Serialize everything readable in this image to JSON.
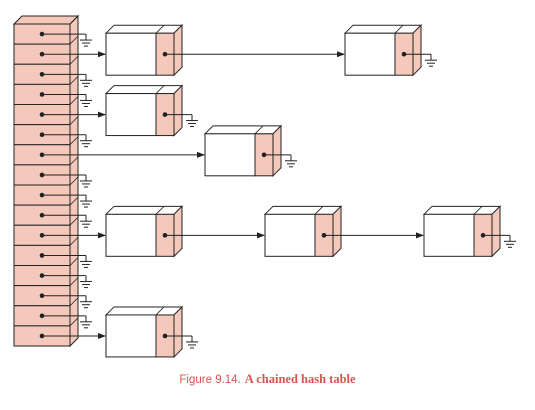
{
  "caption": {
    "number": "Figure 9.14.",
    "title": "A chained hash table"
  },
  "colors": {
    "slot_fill": "#f4c8bb",
    "node_fill": "#ffffff",
    "pointer_fill": "#f4c8bb",
    "stroke": "#222222",
    "caption": "#d9534f"
  },
  "table": {
    "slot_count": 16,
    "buckets": [
      {
        "slot": 0,
        "chain": 0
      },
      {
        "slot": 1,
        "chain": 2
      },
      {
        "slot": 2,
        "chain": 0
      },
      {
        "slot": 3,
        "chain": 0
      },
      {
        "slot": 4,
        "chain": 1
      },
      {
        "slot": 5,
        "chain": 0
      },
      {
        "slot": 6,
        "chain": 1
      },
      {
        "slot": 7,
        "chain": 0
      },
      {
        "slot": 8,
        "chain": 0
      },
      {
        "slot": 9,
        "chain": 0
      },
      {
        "slot": 10,
        "chain": 3
      },
      {
        "slot": 11,
        "chain": 0
      },
      {
        "slot": 12,
        "chain": 0
      },
      {
        "slot": 13,
        "chain": 0
      },
      {
        "slot": 14,
        "chain": 0
      },
      {
        "slot": 15,
        "chain": 1
      }
    ]
  }
}
